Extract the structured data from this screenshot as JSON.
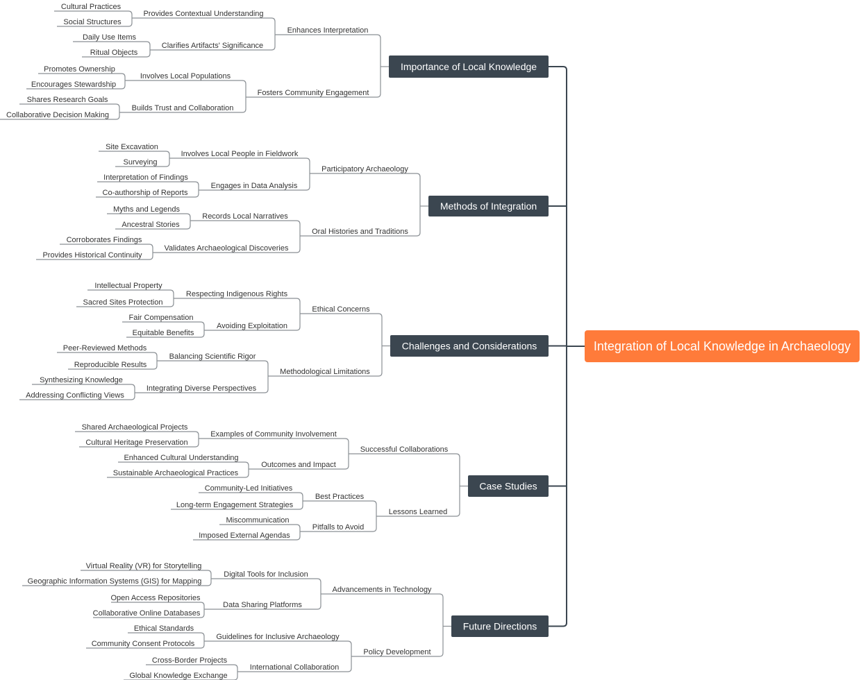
{
  "root": {
    "label": "Integration of Local Knowledge in Archaeology",
    "color": "#ff7b3a"
  },
  "branch_color": "#3b4650",
  "line_color": "#8a8f94",
  "branches": [
    {
      "label": "Importance of Local Knowledge",
      "children": [
        {
          "label": "Enhances Interpretation",
          "children": [
            {
              "label": "Provides Contextual Understanding",
              "children": [
                {
                  "label": "Cultural Practices"
                },
                {
                  "label": "Social Structures"
                }
              ]
            },
            {
              "label": "Clarifies Artifacts' Significance",
              "children": [
                {
                  "label": "Daily Use Items"
                },
                {
                  "label": "Ritual Objects"
                }
              ]
            }
          ]
        },
        {
          "label": "Fosters Community Engagement",
          "children": [
            {
              "label": "Involves Local Populations",
              "children": [
                {
                  "label": "Promotes Ownership"
                },
                {
                  "label": "Encourages Stewardship"
                }
              ]
            },
            {
              "label": "Builds Trust and Collaboration",
              "children": [
                {
                  "label": "Shares Research Goals"
                },
                {
                  "label": "Collaborative Decision Making"
                }
              ]
            }
          ]
        }
      ]
    },
    {
      "label": "Methods of Integration",
      "children": [
        {
          "label": "Participatory Archaeology",
          "children": [
            {
              "label": "Involves Local People in Fieldwork",
              "children": [
                {
                  "label": "Site Excavation"
                },
                {
                  "label": "Surveying"
                }
              ]
            },
            {
              "label": "Engages in Data Analysis",
              "children": [
                {
                  "label": "Interpretation of Findings"
                },
                {
                  "label": "Co-authorship of Reports"
                }
              ]
            }
          ]
        },
        {
          "label": "Oral Histories and Traditions",
          "children": [
            {
              "label": "Records Local Narratives",
              "children": [
                {
                  "label": "Myths and Legends"
                },
                {
                  "label": "Ancestral Stories"
                }
              ]
            },
            {
              "label": "Validates Archaeological Discoveries",
              "children": [
                {
                  "label": "Corroborates Findings"
                },
                {
                  "label": "Provides Historical Continuity"
                }
              ]
            }
          ]
        }
      ]
    },
    {
      "label": "Challenges and Considerations",
      "children": [
        {
          "label": "Ethical Concerns",
          "children": [
            {
              "label": "Respecting Indigenous Rights",
              "children": [
                {
                  "label": "Intellectual Property"
                },
                {
                  "label": "Sacred Sites Protection"
                }
              ]
            },
            {
              "label": "Avoiding Exploitation",
              "children": [
                {
                  "label": "Fair Compensation"
                },
                {
                  "label": "Equitable Benefits"
                }
              ]
            }
          ]
        },
        {
          "label": "Methodological Limitations",
          "children": [
            {
              "label": "Balancing Scientific Rigor",
              "children": [
                {
                  "label": "Peer-Reviewed Methods"
                },
                {
                  "label": "Reproducible Results"
                }
              ]
            },
            {
              "label": "Integrating Diverse Perspectives",
              "children": [
                {
                  "label": "Synthesizing Knowledge"
                },
                {
                  "label": "Addressing Conflicting Views"
                }
              ]
            }
          ]
        }
      ]
    },
    {
      "label": "Case Studies",
      "children": [
        {
          "label": "Successful Collaborations",
          "children": [
            {
              "label": "Examples of Community Involvement",
              "children": [
                {
                  "label": "Shared Archaeological Projects"
                },
                {
                  "label": "Cultural Heritage Preservation"
                }
              ]
            },
            {
              "label": "Outcomes and Impact",
              "children": [
                {
                  "label": "Enhanced Cultural Understanding"
                },
                {
                  "label": "Sustainable Archaeological Practices"
                }
              ]
            }
          ]
        },
        {
          "label": "Lessons Learned",
          "children": [
            {
              "label": "Best Practices",
              "children": [
                {
                  "label": "Community-Led Initiatives"
                },
                {
                  "label": "Long-term Engagement Strategies"
                }
              ]
            },
            {
              "label": "Pitfalls to Avoid",
              "children": [
                {
                  "label": "Miscommunication"
                },
                {
                  "label": "Imposed External Agendas"
                }
              ]
            }
          ]
        }
      ]
    },
    {
      "label": "Future Directions",
      "children": [
        {
          "label": "Advancements in Technology",
          "children": [
            {
              "label": "Digital Tools for Inclusion",
              "children": [
                {
                  "label": "Virtual Reality (VR) for Storytelling"
                },
                {
                  "label": "Geographic Information Systems (GIS) for Mapping"
                }
              ]
            },
            {
              "label": "Data Sharing Platforms",
              "children": [
                {
                  "label": "Open Access Repositories"
                },
                {
                  "label": "Collaborative Online Databases"
                }
              ]
            }
          ]
        },
        {
          "label": "Policy Development",
          "children": [
            {
              "label": "Guidelines for Inclusive Archaeology",
              "children": [
                {
                  "label": "Ethical Standards"
                },
                {
                  "label": "Community Consent Protocols"
                }
              ]
            },
            {
              "label": "International Collaboration",
              "children": [
                {
                  "label": "Cross-Border Projects"
                },
                {
                  "label": "Global Knowledge Exchange"
                }
              ]
            }
          ]
        }
      ]
    }
  ]
}
